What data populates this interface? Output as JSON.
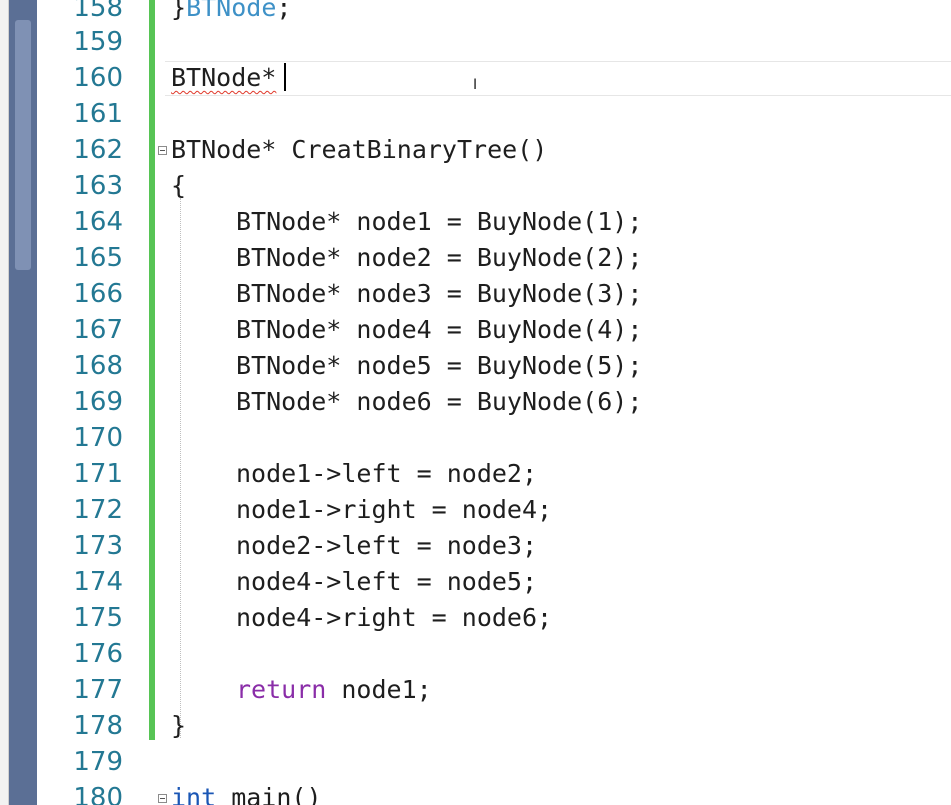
{
  "editor": {
    "line_numbers": [
      "158",
      "159",
      "160",
      "161",
      "162",
      "163",
      "164",
      "165",
      "166",
      "167",
      "168",
      "169",
      "170",
      "171",
      "172",
      "173",
      "174",
      "175",
      "176",
      "177",
      "178",
      "179",
      "180"
    ],
    "lines": {
      "l158_brace": "}",
      "l158_type": "BTNode",
      "l158_semi": ";",
      "l160": "BTNode*",
      "l162_type": "BTNode*",
      "l162_rest": " CreatBinaryTree()",
      "l163": "{",
      "l164": "BTNode* node1 = BuyNode(1);",
      "l165": "BTNode* node2 = BuyNode(2);",
      "l166": "BTNode* node3 = BuyNode(3);",
      "l167": "BTNode* node4 = BuyNode(4);",
      "l168": "BTNode* node5 = BuyNode(5);",
      "l169": "BTNode* node6 = BuyNode(6);",
      "l171": "node1->left = node2;",
      "l172": "node1->right = node4;",
      "l173": "node2->left = node3;",
      "l174": "node4->left = node5;",
      "l175": "node4->right = node6;",
      "l177_kw": "return",
      "l177_rest": " node1;",
      "l178": "}",
      "l180_kw": "int",
      "l180_rest": " main()"
    },
    "colors": {
      "line_number": "#237893",
      "keyword": "#8a2da8",
      "type_keyword": "#1a56b5",
      "change_bar": "#57c455",
      "squiggle": "#e0392b"
    }
  }
}
